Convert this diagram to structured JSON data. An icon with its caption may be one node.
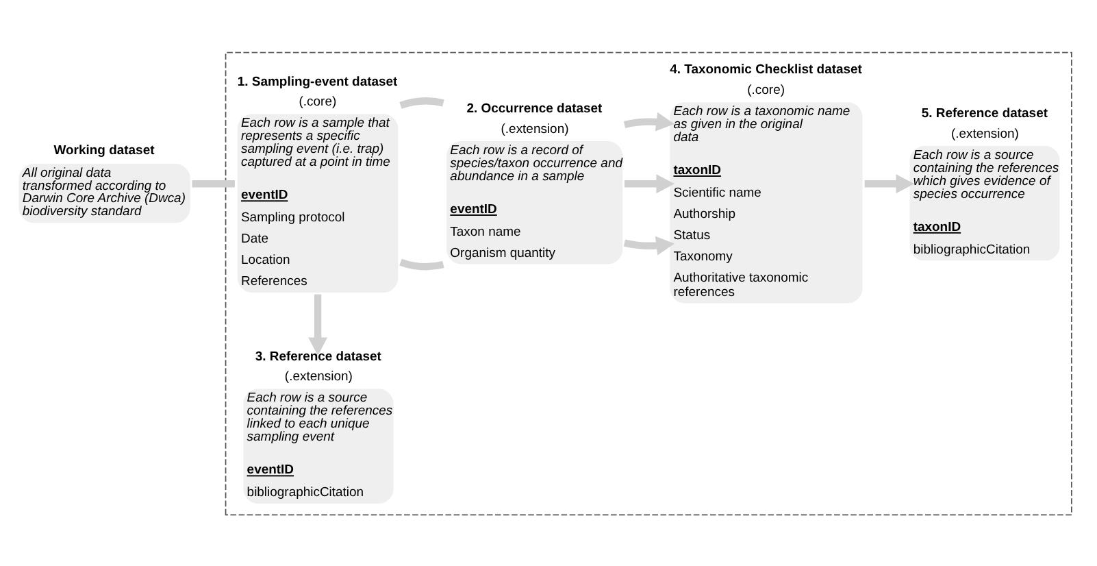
{
  "diagram": {
    "nodes": [
      {
        "text": [
          "Working dataset",
          "All original data transformed according to Darwin Core Archive (Dwca) biodiversity standard"
        ]
      },
      {
        "text": [],
        "shape": "box"
      },
      {
        "text": [
          "1. Sampling-event dataset",
          "(.core)",
          "Each row is a sample that represents a specific sampling event (i.e. trap) captured at a point in time",
          "eventID",
          "Sampling protocol",
          "Date",
          "Location",
          "References"
        ],
        "in": 1
      },
      {
        "text": [
          "2. Occurrence dataset",
          "(.extension)",
          "Each row is a record of species/taxon occurrence and abundance in a sample",
          "eventID",
          "Taxon name",
          "Organism quantity"
        ],
        "in": 1
      },
      {
        "text": [
          "4. Taxonomic Checklist dataset",
          "(.core)",
          "Each row is a taxonomic name as given in the original data",
          "taxonID",
          "Scientific name",
          "Authorship",
          "Status",
          "Taxonomy",
          "Authoritative taxonomic references"
        ],
        "in": 1
      },
      {
        "text": [
          "3. Reference dataset",
          "(.extension)",
          "Each row is a source containing the references linked to each unique sampling event",
          "eventID",
          "bibliographicCitation"
        ],
        "in": 1
      },
      {
        "text": [
          "5. Reference dataset",
          "(.extension)",
          "Each row is a source containing the references which gives evidence of species occurrence",
          "taxonID",
          "bibliographicCitation"
        ],
        "in": 1
      }
    ],
    "edges": [
      {
        "from": 0,
        "to": 2,
        "arrow": "none"
      },
      {
        "from": 2,
        "to": 3,
        "arrow": "none"
      },
      {
        "from": 2,
        "to": 3,
        "arrow": "none"
      },
      {
        "from": 3,
        "to": 4,
        "arrow": "to"
      },
      {
        "from": 3,
        "to": 4,
        "arrow": "to"
      },
      {
        "from": 3,
        "to": 4,
        "arrow": "to"
      },
      {
        "from": 2,
        "to": 5,
        "arrow": "to"
      },
      {
        "from": 4,
        "to": 6,
        "arrow": "to"
      }
    ]
  }
}
